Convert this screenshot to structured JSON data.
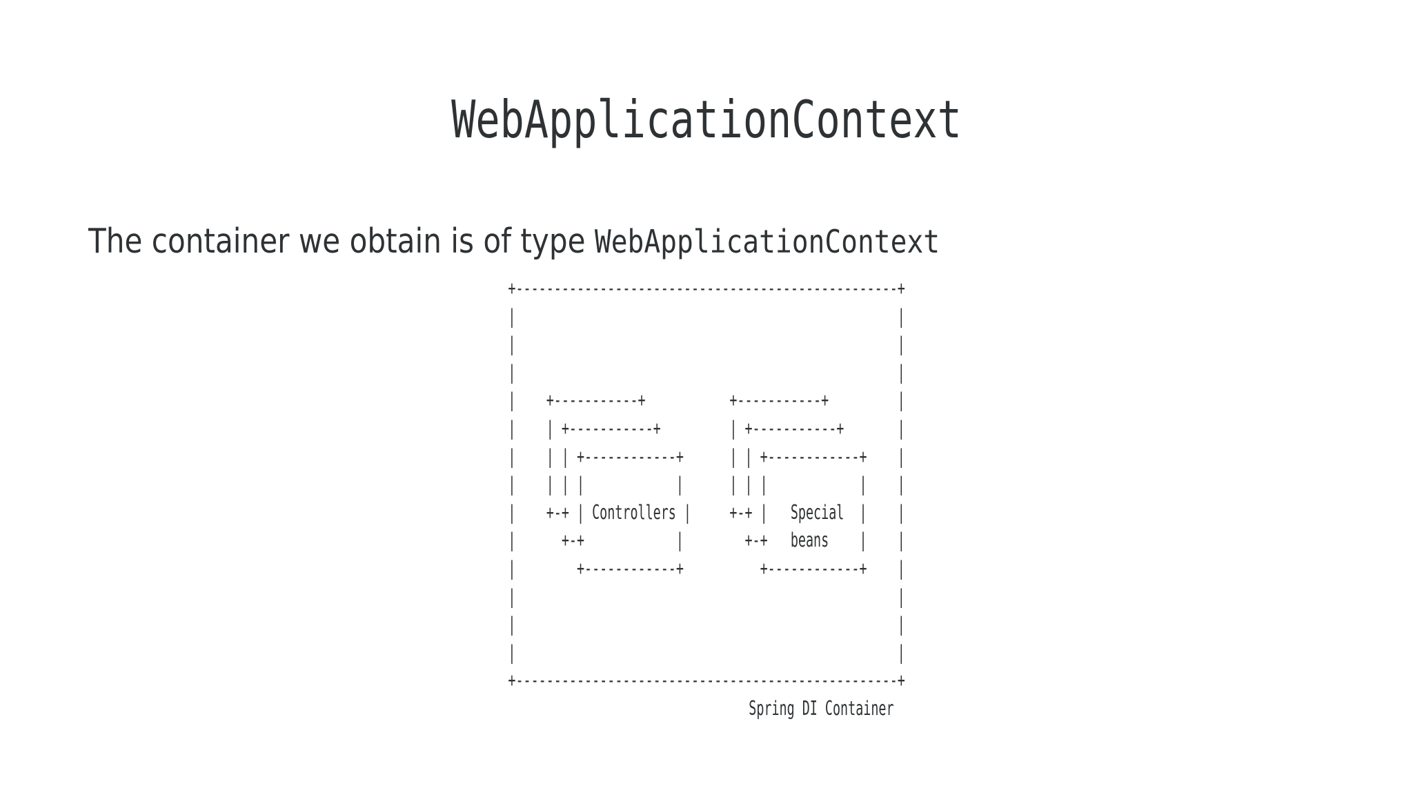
{
  "slide": {
    "title": "WebApplicationContext",
    "subtitle": {
      "lead": "The container we obtain is of type ",
      "code": "WebApplicationContext"
    }
  },
  "diagram": {
    "type": "ascii-art",
    "caption": "                              Spring DI Container",
    "labels": {
      "controllers": "Controllers",
      "special_beans_line1": "Special",
      "special_beans_line2": "beans",
      "container": "Spring DI Container"
    },
    "ascii": "+--------------------------------------------------+\n|                                                  |\n|                                                  |\n|                                                  |\n|    +-----------+           +-----------+         |\n|    | +-----------+         | +-----------+       |\n|    | | +------------+      | | +------------+    |\n|    | | |            |      | | |            |    |\n|    +-+ | Controllers |     +-+ |   Special  |    |\n|      +-+            |        +-+   beans    |    |\n|        +------------+          +------------+    |\n|                                                  |\n|                                                  |\n|                                                  |\n+--------------------------------------------------+"
  },
  "colors": {
    "background": "#ffffff",
    "text": "#2e3234"
  }
}
